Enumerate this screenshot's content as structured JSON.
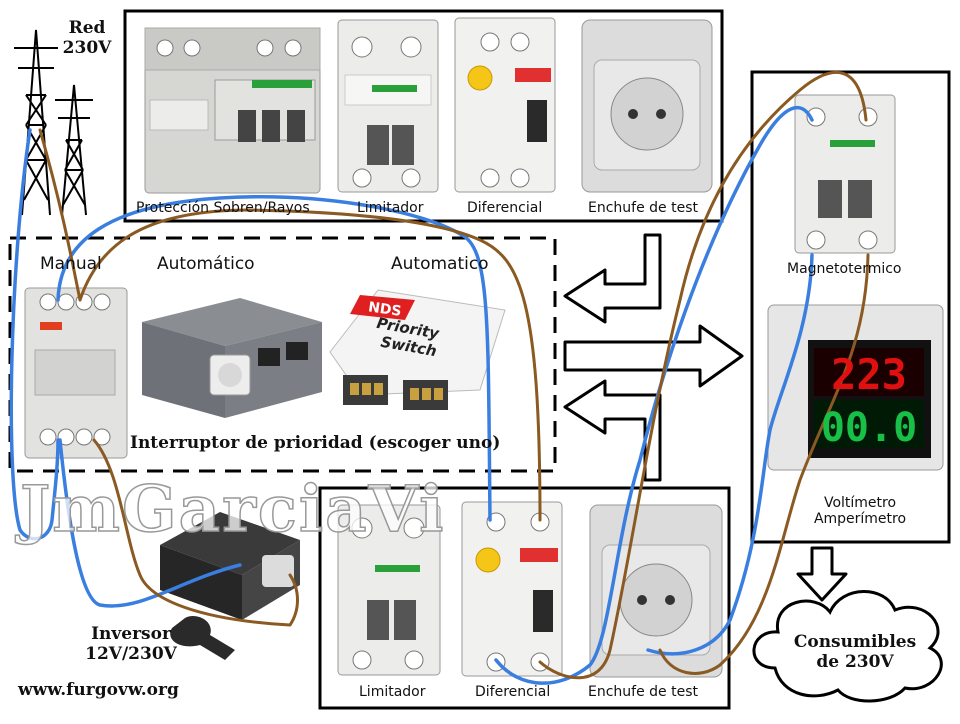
{
  "network": {
    "title": "Red",
    "voltage": "230V"
  },
  "top_group": {
    "items": [
      {
        "label": "Protección Sobren/Rayos"
      },
      {
        "label": "Limitador"
      },
      {
        "label": "Diferencial"
      },
      {
        "label": "Enchufe de test"
      }
    ]
  },
  "priority": {
    "manual": "Manual",
    "auto1": "Automático",
    "auto2": "Automatico",
    "title": "Interruptor de prioridad (escoger uno)",
    "nds_brand": "NDS",
    "nds_text1": "Priority",
    "nds_text2": "Switch"
  },
  "inverter": {
    "title": "Inversor",
    "voltage": "12V/230V"
  },
  "bottom_group": {
    "items": [
      {
        "label": "Limitador"
      },
      {
        "label": "Diferencial"
      },
      {
        "label": "Enchufe de test"
      }
    ]
  },
  "right_group": {
    "breaker": "Magnetotermico",
    "meter_line1": "Voltímetro",
    "meter_line2": "Amperímetro",
    "volts": "223",
    "amps": "00.0"
  },
  "consumers": {
    "line1": "Consumibles",
    "line2": "de 230V"
  },
  "footer": {
    "website": "www.furgovw.org"
  },
  "watermark": "JmGarciaVi",
  "colors": {
    "phase_wire": "#8a5a22",
    "neutral_wire": "#3a7fe0",
    "display": "#e01010",
    "display_amps": "#18c048"
  }
}
